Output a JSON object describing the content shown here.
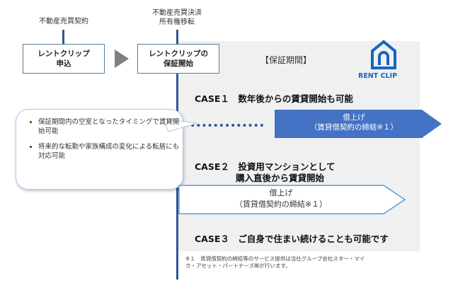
{
  "timeline": {
    "event1": "不動産売買契約",
    "event2_line1": "不動産売買決済",
    "event2_line2": "所有権移転"
  },
  "steps": [
    {
      "line1": "レントクリップ",
      "line2": "申込"
    },
    {
      "line1": "レントクリップの",
      "line2": "保証開始"
    }
  ],
  "period_label": "【保証期間】",
  "logo": {
    "text": "RENT CLIP",
    "color": "#1565c0"
  },
  "case1": {
    "title": "CASE１　数年後からの賃貸開始も可能",
    "arrow_line1": "借上げ",
    "arrow_line2": "（賃貸借契約の締結※１）"
  },
  "case2": {
    "title_line1": "CASE２　投資用マンションとして",
    "title_line2": "購入直後から賃貸開始",
    "arrow_line1": "借上げ",
    "arrow_line2": "（賃貸借契約の締結※１）"
  },
  "case3": {
    "title": "CASE３　ご自身で住まい続けることも可能です"
  },
  "callout": [
    "保証期間内の空室となったタイミングで賃貸開始可能",
    "将来的な転勤や家族構成の変化による転居にも対応可能"
  ],
  "footnote_line1": "※１　賃貸借契約の締結等のサービス提供は当社グループ会社スター・マイ",
  "footnote_line2": "カ・アセット・パートナーズ㈱が行います。",
  "colors": {
    "accent": "#2f5597",
    "arrow_fill": "#4472c4"
  }
}
